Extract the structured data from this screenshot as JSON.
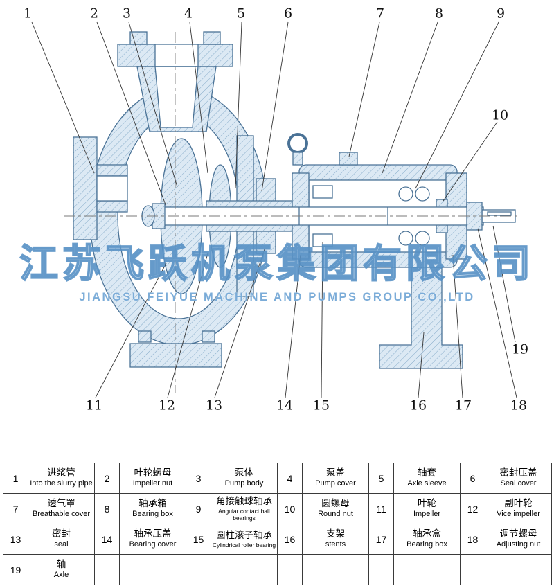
{
  "watermark": {
    "cn": "江苏飞跃机泵集团有限公司",
    "en": "JIANGSU FEIYUE MACHINE AND PUMPS GROUP CO.,LTD"
  },
  "colors": {
    "drawing_line": "#4a7296",
    "drawing_fill": "#dce9f4",
    "hatch_line": "#85abc9",
    "watermark_blue": "#548ec3"
  },
  "parts": [
    {
      "no": "1",
      "cn": "进浆管",
      "en": "Into the slurry pipe"
    },
    {
      "no": "2",
      "cn": "叶轮螺母",
      "en": "Impeller nut"
    },
    {
      "no": "3",
      "cn": "泵体",
      "en": "Pump body"
    },
    {
      "no": "4",
      "cn": "泵盖",
      "en": "Pump cover"
    },
    {
      "no": "5",
      "cn": "轴套",
      "en": "Axle sleeve"
    },
    {
      "no": "6",
      "cn": "密封压盖",
      "en": "Seal cover"
    },
    {
      "no": "7",
      "cn": "透气罩",
      "en": "Breathable cover"
    },
    {
      "no": "8",
      "cn": "轴承箱",
      "en": "Bearing box"
    },
    {
      "no": "9",
      "cn": "角接触球轴承",
      "en": "Angular contact ball bearings"
    },
    {
      "no": "10",
      "cn": "圆螺母",
      "en": "Round nut"
    },
    {
      "no": "11",
      "cn": "叶轮",
      "en": "Impeller"
    },
    {
      "no": "12",
      "cn": "副叶轮",
      "en": "Vice impeller"
    },
    {
      "no": "13",
      "cn": "密封",
      "en": "seal"
    },
    {
      "no": "14",
      "cn": "轴承压盖",
      "en": "Bearing cover"
    },
    {
      "no": "15",
      "cn": "圆柱滚子轴承",
      "en": "Cylindrical roller bearing"
    },
    {
      "no": "16",
      "cn": "支架",
      "en": "stents"
    },
    {
      "no": "17",
      "cn": "轴承盒",
      "en": "Bearing box"
    },
    {
      "no": "18",
      "cn": "调节螺母",
      "en": "Adjusting nut"
    },
    {
      "no": "19",
      "cn": "轴",
      "en": "Axle"
    }
  ]
}
